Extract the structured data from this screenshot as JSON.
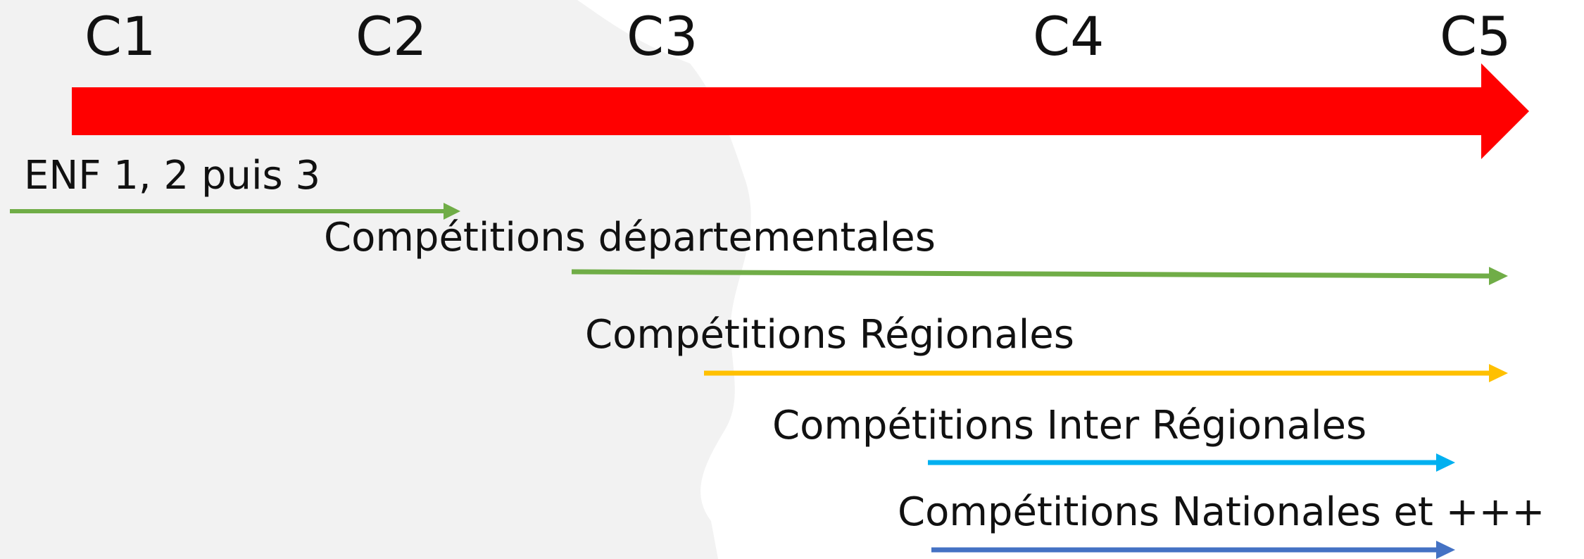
{
  "stages": [
    "C1",
    "C2",
    "C3",
    "C4",
    "C5"
  ],
  "main_arrow": {
    "color": "#ff0000"
  },
  "tracks": [
    {
      "id": "enf",
      "label": "ENF 1, 2 puis 3",
      "color": "#70ad47"
    },
    {
      "id": "departemental",
      "label": "Compétitions départementales",
      "color": "#70ad47"
    },
    {
      "id": "regional",
      "label": "Compétitions Régionales",
      "color": "#ffc000"
    },
    {
      "id": "interregional",
      "label": "Compétitions Inter Régionales",
      "color": "#00b0f0"
    },
    {
      "id": "national",
      "label": "Compétitions Nationales et +++",
      "color": "#4472c4"
    }
  ],
  "background": {
    "silhouette_color": "#f2f2f2"
  }
}
